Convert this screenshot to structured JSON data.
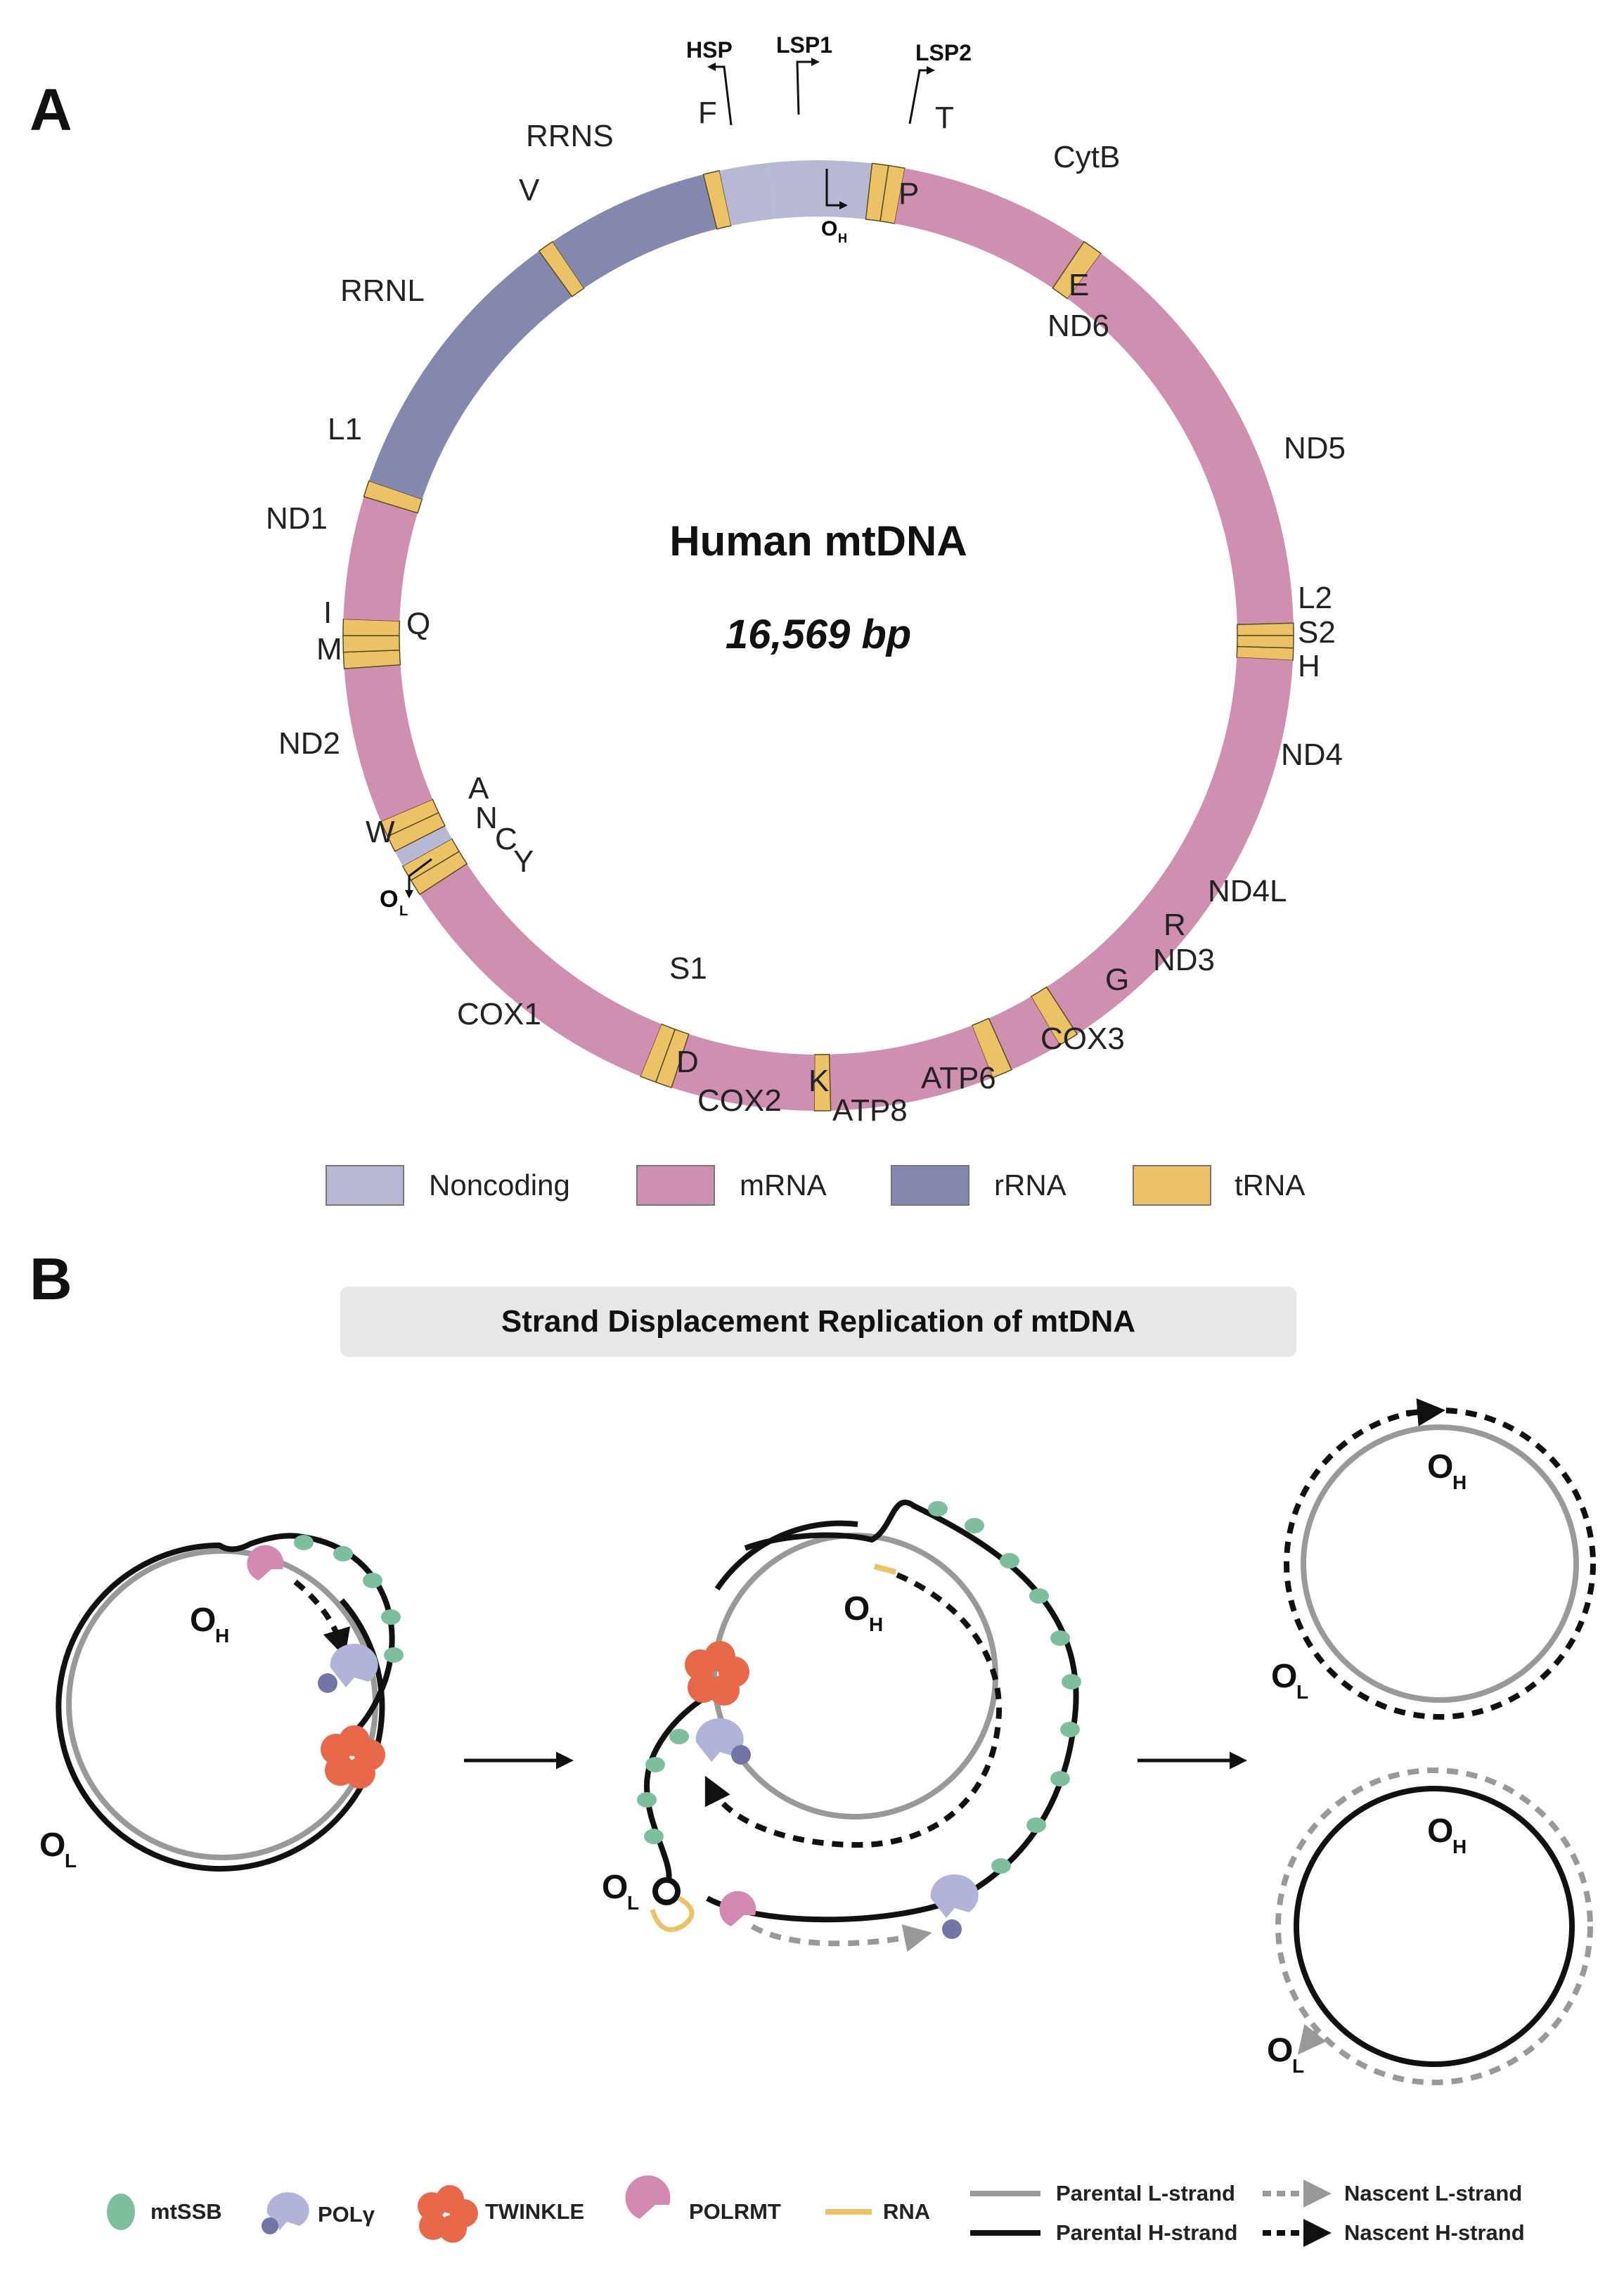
{
  "panel_a": {
    "label": "A",
    "title": "Human mtDNA",
    "subtitle": "16,569 bp",
    "promoters": {
      "hsp": "HSP",
      "lsp1": "LSP1",
      "lsp2": "LSP2"
    },
    "origins": {
      "oh_main": "O",
      "oh_sub": "H",
      "ol_main": "O",
      "ol_sub": "L"
    },
    "genes": {
      "F": "F",
      "T": "T",
      "P": "P",
      "CytB": "CytB",
      "E": "E",
      "ND6": "ND6",
      "ND5": "ND5",
      "L2": "L2",
      "S2": "S2",
      "H": "H",
      "ND4": "ND4",
      "ND4L": "ND4L",
      "R": "R",
      "ND3": "ND3",
      "G": "G",
      "COX3": "COX3",
      "ATP6": "ATP6",
      "ATP8": "ATP8",
      "K": "K",
      "COX2": "COX2",
      "D": "D",
      "S1": "S1",
      "COX1": "COX1",
      "Y": "Y",
      "C": "C",
      "N": "N",
      "A": "A",
      "W": "W",
      "ND2": "ND2",
      "M": "M",
      "I": "I",
      "Q": "Q",
      "ND1": "ND1",
      "L1": "L1",
      "RRNL": "RRNL",
      "V": "V",
      "RRNS": "RRNS"
    },
    "legend": [
      {
        "name": "Noncoding",
        "color": "#b6b8d4"
      },
      {
        "name": "mRNA",
        "color": "#cf8fb0"
      },
      {
        "name": "rRNA",
        "color": "#8488ae"
      },
      {
        "name": "tRNA",
        "color": "#ecc267"
      }
    ]
  },
  "panel_b": {
    "label": "B",
    "banner": "Strand Displacement Replication of mtDNA",
    "origin_labels": {
      "oh": "O",
      "oh_sub": "H",
      "ol": "O",
      "ol_sub": "L"
    },
    "legend": {
      "mtssb": "mtSSB",
      "poly": "POLγ",
      "twinkle": "TWINKLE",
      "polrmt": "POLRMT",
      "rna": "RNA",
      "parental_l": "Parental L-strand",
      "parental_h": "Parental H-strand",
      "nascent_l": "Nascent L-strand",
      "nascent_h": "Nascent H-strand"
    },
    "colors": {
      "mtssb": "#7dbf9c",
      "poly": "#b2b3d8",
      "twinkle": "#e8684a",
      "polrmt": "#d489b2",
      "rna": "#ecc267",
      "parental_l": "#999999",
      "parental_h": "#111111"
    }
  }
}
